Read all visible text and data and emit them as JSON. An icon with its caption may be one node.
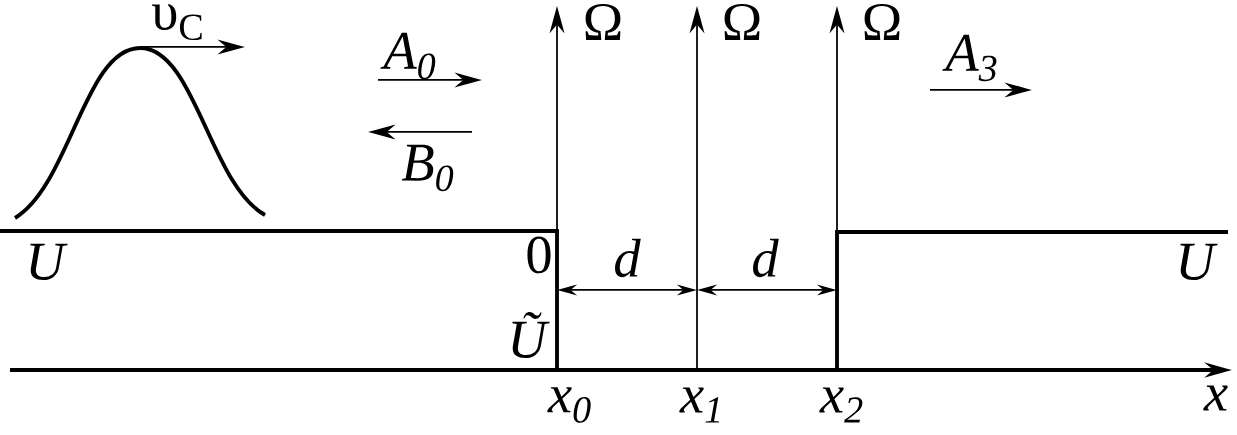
{
  "diagram": {
    "labels": [
      "υ$_{C}$",
      "A$_{0}$",
      "B$_{0}$",
      "Ω",
      "Ω",
      "Ω",
      "A$_{3}$",
      "U",
      "0",
      "d",
      "d",
      "U",
      "Ũ",
      "x$_{0}$",
      "x$_{1}$",
      "x$_{2}$",
      "x"
    ]
  }
}
